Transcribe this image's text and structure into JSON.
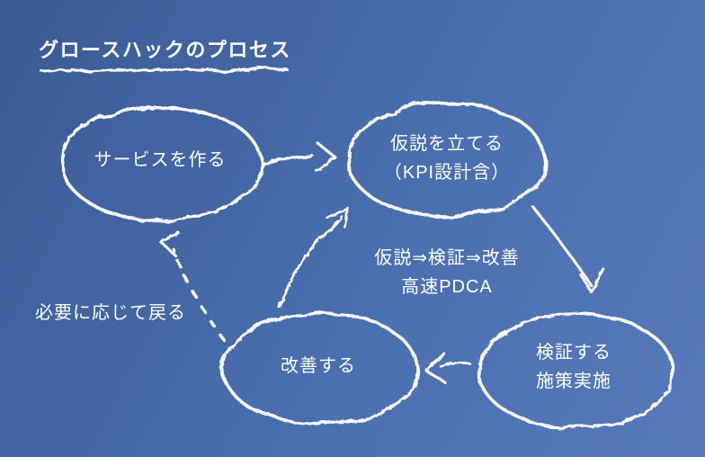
{
  "title": "グロースハックのプロセス",
  "nodes": [
    {
      "id": "create-service",
      "label": "サービスを作る"
    },
    {
      "id": "form-hypothesis",
      "label": "仮説を立てる\n（KPI設計含）"
    },
    {
      "id": "verify-execute",
      "label": "検証する\n施策実施"
    },
    {
      "id": "improve",
      "label": "改善する"
    }
  ],
  "annotations": {
    "cycle_note": "仮説⇒検証⇒改善\n高速PDCA",
    "return_note": "必要に応じて戻る"
  },
  "edges": [
    {
      "from": "create-service",
      "to": "form-hypothesis",
      "style": "solid"
    },
    {
      "from": "form-hypothesis",
      "to": "verify-execute",
      "style": "solid"
    },
    {
      "from": "verify-execute",
      "to": "improve",
      "style": "solid"
    },
    {
      "from": "improve",
      "to": "form-hypothesis",
      "style": "solid"
    },
    {
      "from": "improve",
      "to": "create-service",
      "style": "dashed"
    }
  ],
  "colors": {
    "bg_start": "#3a5a94",
    "bg_mid": "#4a6fae",
    "bg_end": "#5779ba",
    "chalk": "#ffffff"
  }
}
